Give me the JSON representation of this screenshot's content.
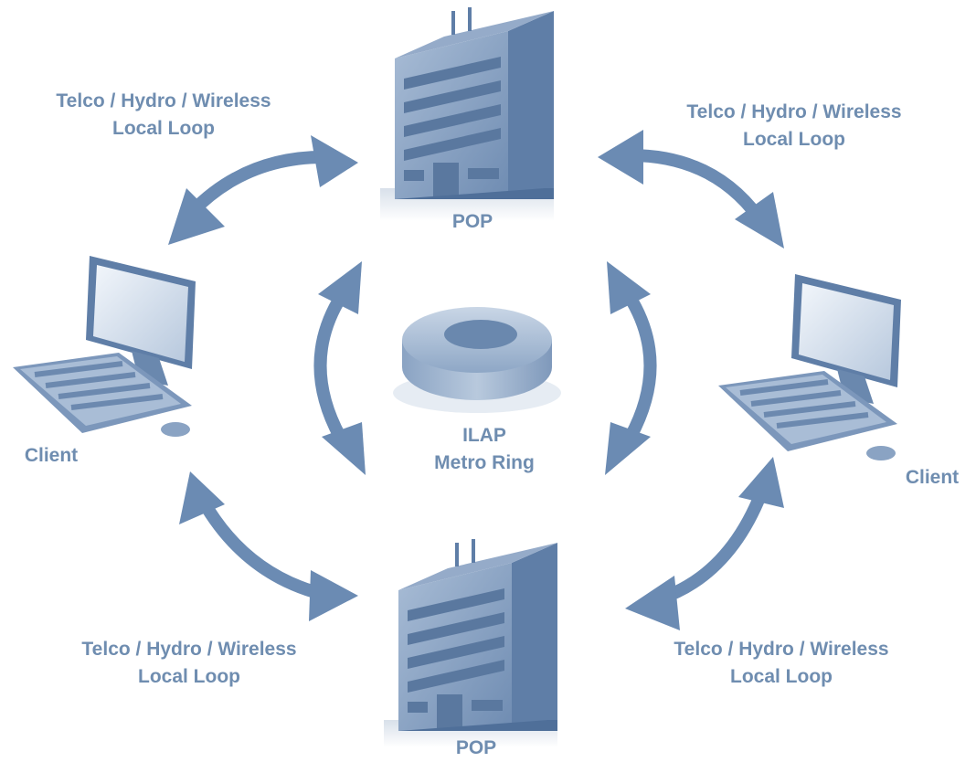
{
  "colors": {
    "arrow": "#6b8bb3",
    "label": "#6f8db0",
    "building_face": "#7d98bc",
    "building_side": "#5f7ea7",
    "building_window": "#5a789f",
    "pc_body": "#7c97bb",
    "pc_screen": "#dfe7f2",
    "ring": "#7290b5"
  },
  "nodes": {
    "pop_top": {
      "label": "POP",
      "icon": "building-icon"
    },
    "pop_bottom": {
      "label": "POP",
      "icon": "building-icon"
    },
    "client_left": {
      "label": "Client",
      "icon": "computer-icon"
    },
    "client_right": {
      "label": "Client",
      "icon": "computer-icon"
    },
    "ring": {
      "line1": "ILAP",
      "line2": "Metro Ring",
      "icon": "metro-ring-icon"
    }
  },
  "links": {
    "top_left": {
      "line1": "Telco / Hydro / Wireless",
      "line2": "Local Loop"
    },
    "top_right": {
      "line1": "Telco / Hydro / Wireless",
      "line2": "Local Loop"
    },
    "bottom_left": {
      "line1": "Telco / Hydro / Wireless",
      "line2": "Local Loop"
    },
    "bottom_right": {
      "line1": "Telco / Hydro / Wireless",
      "line2": "Local Loop"
    }
  }
}
